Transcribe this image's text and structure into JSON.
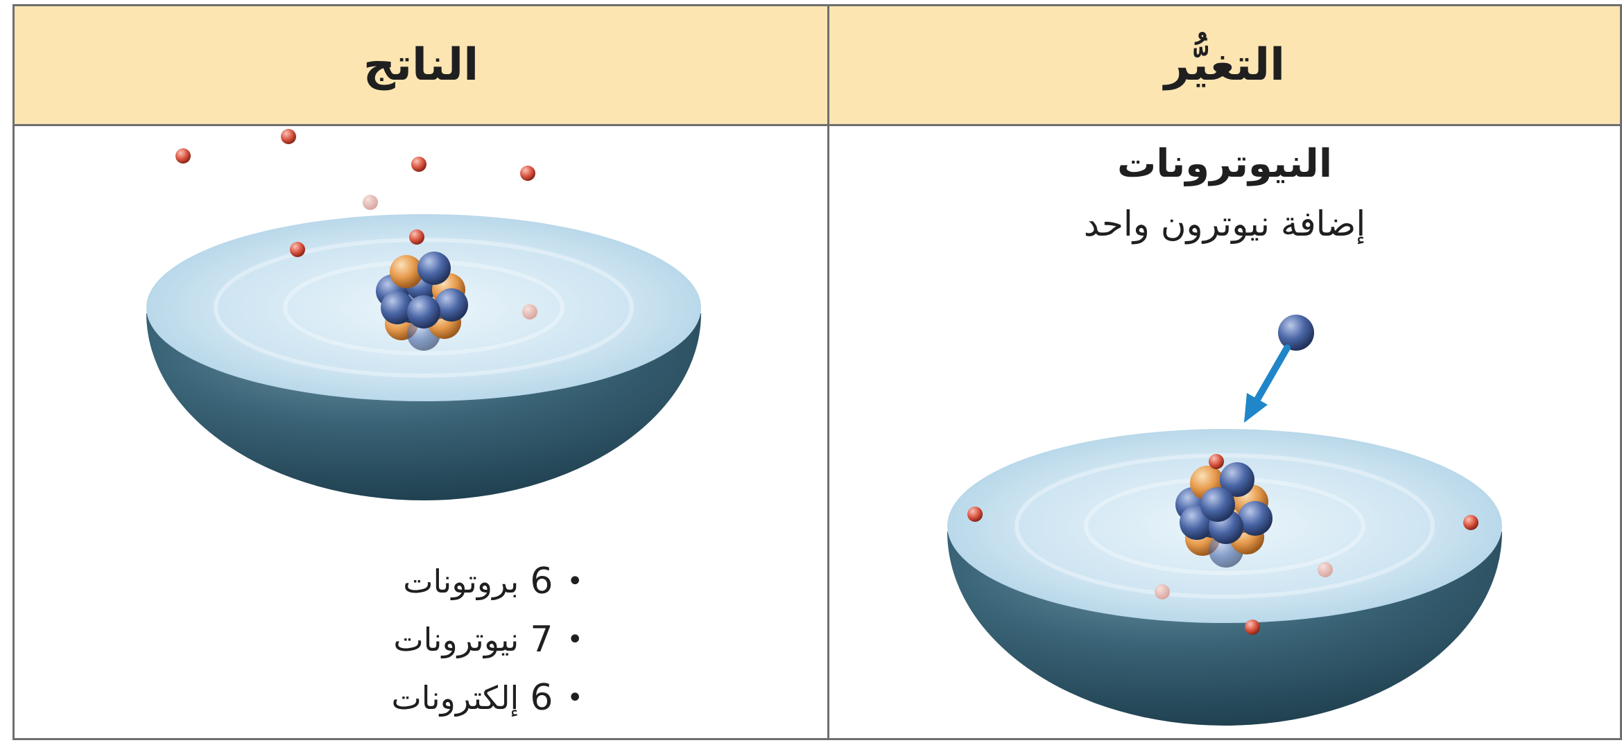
{
  "table": {
    "header_result": "الناتج",
    "header_change": "التغيُّر",
    "change_title": "النيوترونات",
    "change_description": "إضافة نيوترون واحد",
    "result_items": [
      {
        "number": "6",
        "label": "بروتونات"
      },
      {
        "number": "7",
        "label": "نيوترونات"
      },
      {
        "number": "6",
        "label": "إلكترونات"
      }
    ]
  },
  "colors": {
    "header_background": "#fde5b2",
    "border": "#6e6e6e",
    "hemisphere_dark": "#2d5569",
    "hemisphere_top": "#cfe6f3",
    "proton": "#e69a4c",
    "neutron": "#4a66a6",
    "electron": "#d9533f",
    "arrow": "#1f86c9"
  }
}
